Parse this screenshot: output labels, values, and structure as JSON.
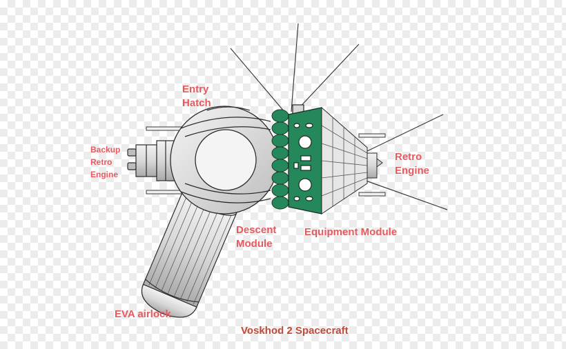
{
  "colors": {
    "label": "#e8595d",
    "title": "#c04a3a",
    "equipment_green": "#24885a",
    "hull_gray": "#d9d9d9",
    "outline": "#2b2b2b"
  },
  "labels": {
    "entry_hatch": [
      "Entry",
      "Hatch"
    ],
    "backup_retro_engine": [
      "Backup",
      "Retro",
      "Engine"
    ],
    "retro_engine": [
      "Retro",
      "Engine"
    ],
    "descent_module": [
      "Descent",
      "Module"
    ],
    "equipment_module": "Equipment Module",
    "eva_airlock": "EVA airlock"
  },
  "title": "Voskhod 2 Spacecraft"
}
